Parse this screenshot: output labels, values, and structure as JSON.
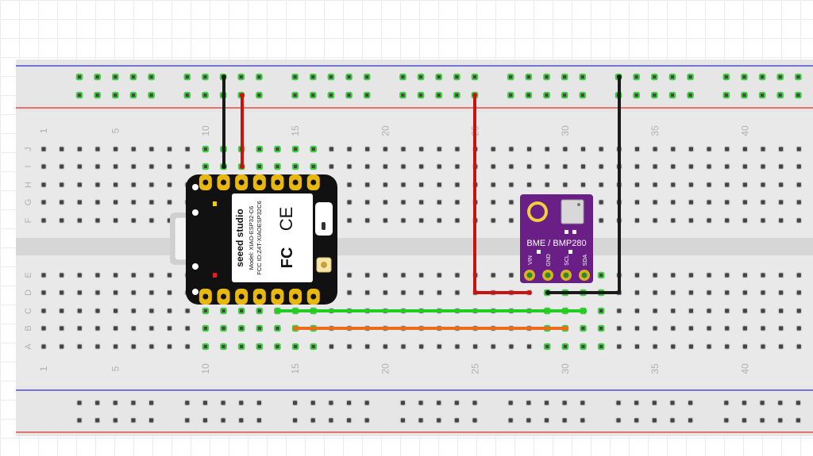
{
  "breadboard": {
    "column_numbers": [
      "1",
      "5",
      "10",
      "15",
      "20",
      "25",
      "30",
      "35",
      "40"
    ],
    "row_letters_top": [
      "J",
      "I",
      "H",
      "G",
      "F"
    ],
    "row_letters_bottom": [
      "E",
      "D",
      "C",
      "B",
      "A"
    ]
  },
  "xiao": {
    "brand": "seeed studio",
    "model": "Model: XIAO-ESP32-C6",
    "fcc": "FCC ID:Z4T-XIAOESP32C6",
    "fc_mark": "FC",
    "ce_mark": "CE"
  },
  "sensor": {
    "title": "BME / BMP280",
    "pins": [
      "VIN",
      "GND",
      "SCL",
      "SDA"
    ]
  },
  "wires": [
    {
      "name": "gnd-rail-wire",
      "color": "#1a1a1a"
    },
    {
      "name": "power-rail-wire",
      "color": "#cc1111"
    },
    {
      "name": "sensor-vin-wire",
      "color": "#cc1111"
    },
    {
      "name": "sensor-gnd-wire",
      "color": "#1a1a1a"
    },
    {
      "name": "scl-wire",
      "color": "#22cc22"
    },
    {
      "name": "sda-wire",
      "color": "#ee6b1a"
    }
  ],
  "colors": {
    "board": "#e6e6e6",
    "rail_red": "#d93030",
    "rail_blue": "#3030cc",
    "hole": "#444444",
    "hole_active": "#44cc44",
    "sensor_pcb": "#6a1f86",
    "xiao_pcb": "#111111"
  }
}
